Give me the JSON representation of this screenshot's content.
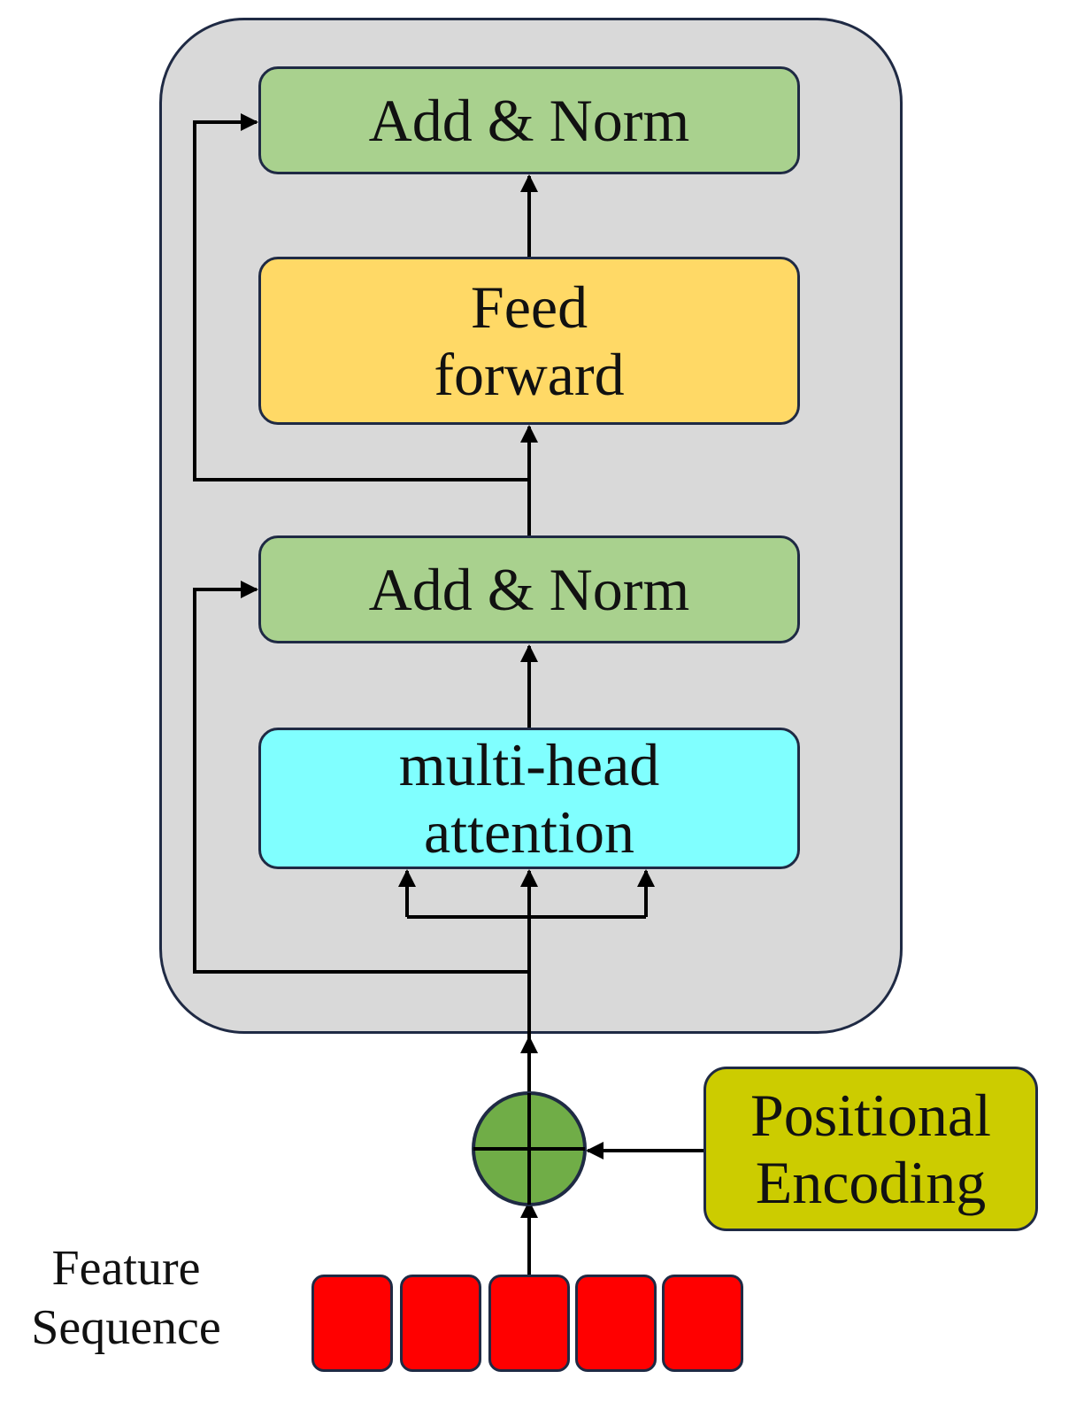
{
  "encoder": {
    "add_norm_top": "Add & Norm",
    "feed_forward": [
      "Feed",
      "forward"
    ],
    "add_norm_bottom": "Add & Norm",
    "attention": [
      "multi-head",
      "attention"
    ]
  },
  "positional_encoding": [
    "Positional",
    "Encoding"
  ],
  "feature_sequence": [
    "Feature",
    "Sequence"
  ],
  "colors": {
    "container": "#d9d9d9",
    "add_norm": "#a9d18e",
    "feed_forward": "#ffd966",
    "attention": "#80ffff",
    "positional": "#cccc00",
    "adder": "#70ad47",
    "tokens": "#ff0000",
    "border": "#1f2a44"
  }
}
